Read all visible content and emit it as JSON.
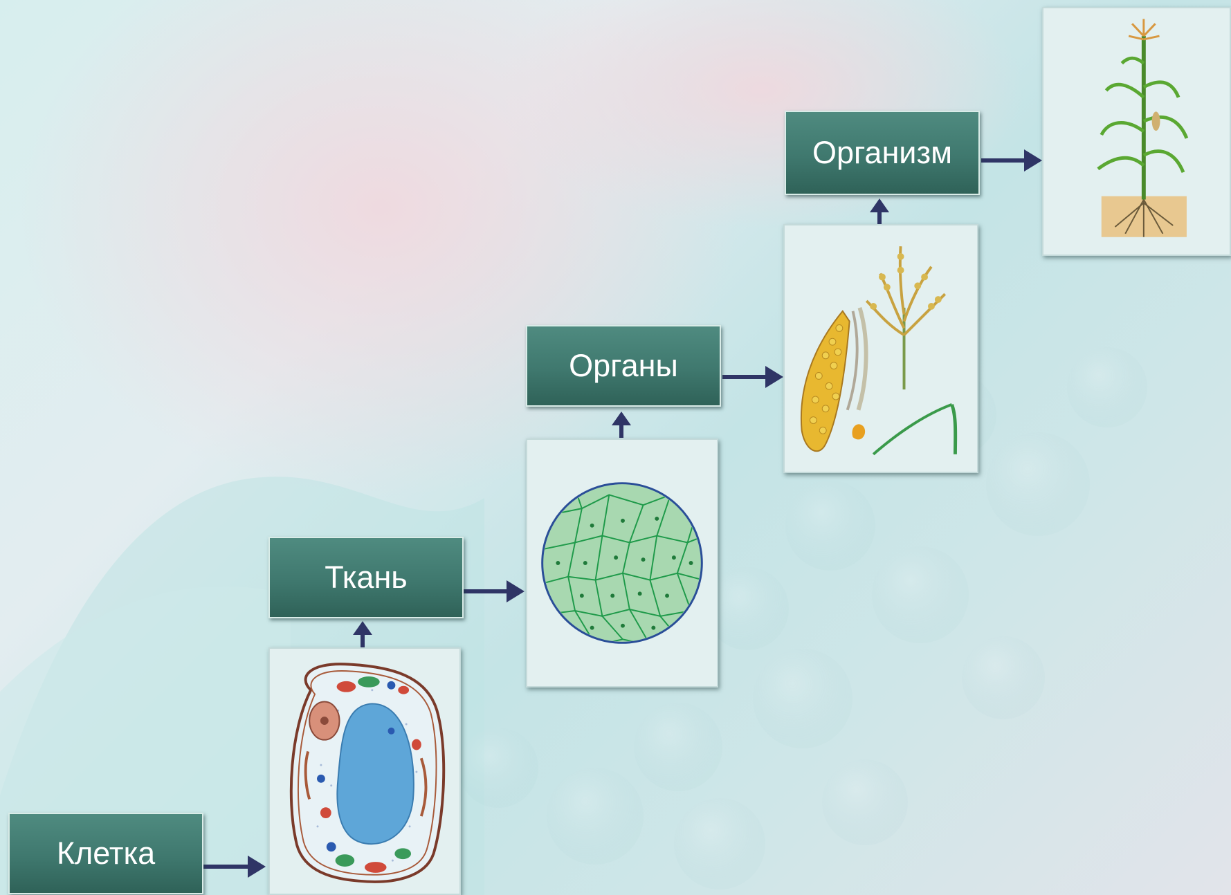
{
  "labels": {
    "cell": "Клетка",
    "tissue": "Ткань",
    "organs": "Органы",
    "organism": "Организм"
  },
  "colors": {
    "label_fill": "#3f786e",
    "arrow": "#2f3566",
    "card_bg": "#e3f0f0"
  }
}
